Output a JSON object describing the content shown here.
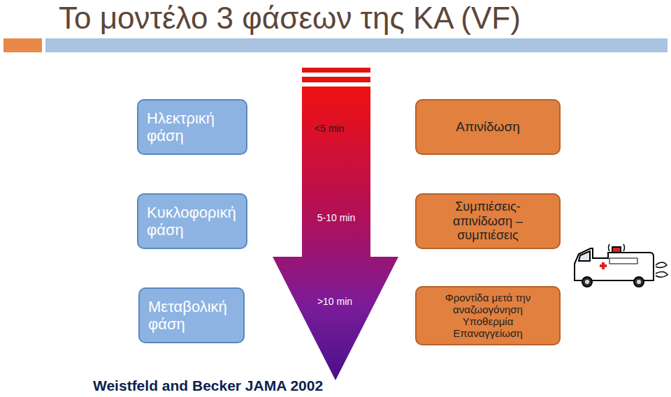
{
  "diagram": {
    "title": "Το μοντέλο 3 φάσεων της ΚΑ (VF)",
    "caption": "Weistfeld and Becker JAMA 2002",
    "nodes": [
      {
        "text": [
          "Ηλεκτρική φάση"
        ]
      },
      {
        "text": [
          "Απινίδωση"
        ]
      },
      {
        "text": [
          "Κυκλοφορική φάση"
        ]
      },
      {
        "text": [
          "Συμπιέσεις- απινίδωση – συμπιέσεις"
        ]
      },
      {
        "text": [
          "Μεταβολική φάση"
        ]
      },
      {
        "text": [
          "Φροντίδα μετά την αναζωογόνηση",
          "Υποθερμία",
          "Επαναγγείωση"
        ]
      }
    ],
    "labels": [
      "<5 min",
      "5-10 min",
      ">10 min"
    ]
  }
}
